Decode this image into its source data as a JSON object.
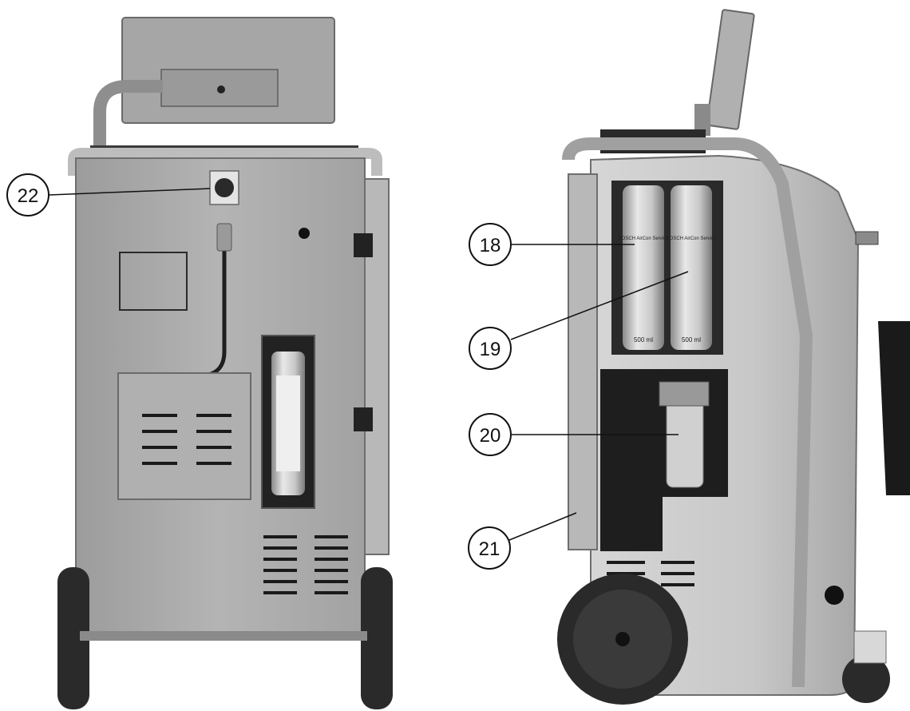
{
  "callouts": {
    "c18": "18",
    "c19": "19",
    "c20": "20",
    "c21": "21",
    "c22": "22"
  },
  "bottle_labels": {
    "left_brand": "BOSCH AirCon Service",
    "right_brand": "BOSCH AirCon Service",
    "left_volume": "500 ml",
    "right_volume": "500 ml"
  },
  "colors": {
    "machine_body": "#a9a9a9",
    "machine_dark": "#6e6e6e",
    "panel_light": "#c4c4c4",
    "wheel": "#2a2a2a",
    "callout_line": "#111111"
  }
}
